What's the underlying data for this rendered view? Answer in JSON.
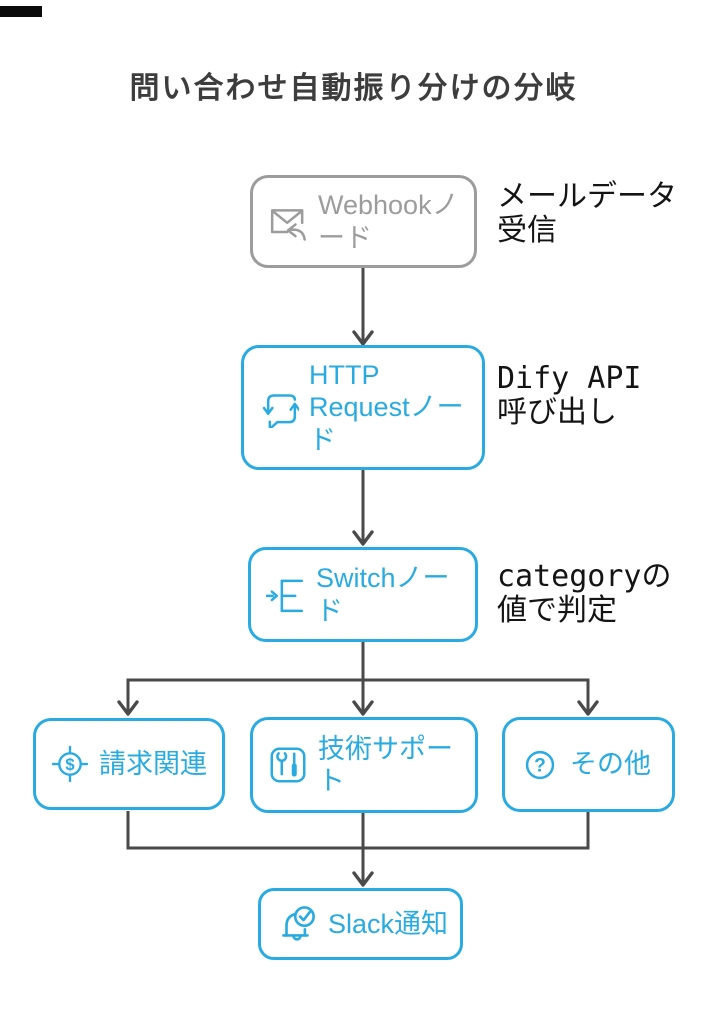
{
  "title": "問い合わせ自動振り分けの分岐",
  "colors": {
    "node_blue": "#29abe2",
    "node_gray": "#9c9c9c",
    "arrow": "#4a4a4a",
    "title_text": "#3d3d3d",
    "annotation_text": "#141414"
  },
  "nodes": {
    "webhook": {
      "label": "Webhookノ\nード",
      "icon": "mail-reply-icon",
      "style": "gray"
    },
    "http": {
      "label": "HTTP\nRequestノー\nド",
      "icon": "chat-sync-icon",
      "style": "blue"
    },
    "switch": {
      "label": "Switchノー\nド",
      "icon": "switch-branch-icon",
      "style": "blue"
    },
    "billing": {
      "label": "請求関連",
      "icon": "dollar-target-icon",
      "style": "blue"
    },
    "tech": {
      "label": "技術サポー\nト",
      "icon": "tools-icon",
      "style": "blue"
    },
    "other": {
      "label": "その他",
      "icon": "question-circle-icon",
      "style": "blue"
    },
    "slack": {
      "label": "Slack通知",
      "icon": "bell-check-icon",
      "style": "blue"
    }
  },
  "annotations": {
    "webhook": "メールデータ\n受信",
    "http": "Dify API\n呼び出し",
    "switch": "categoryの\n値で判定"
  }
}
